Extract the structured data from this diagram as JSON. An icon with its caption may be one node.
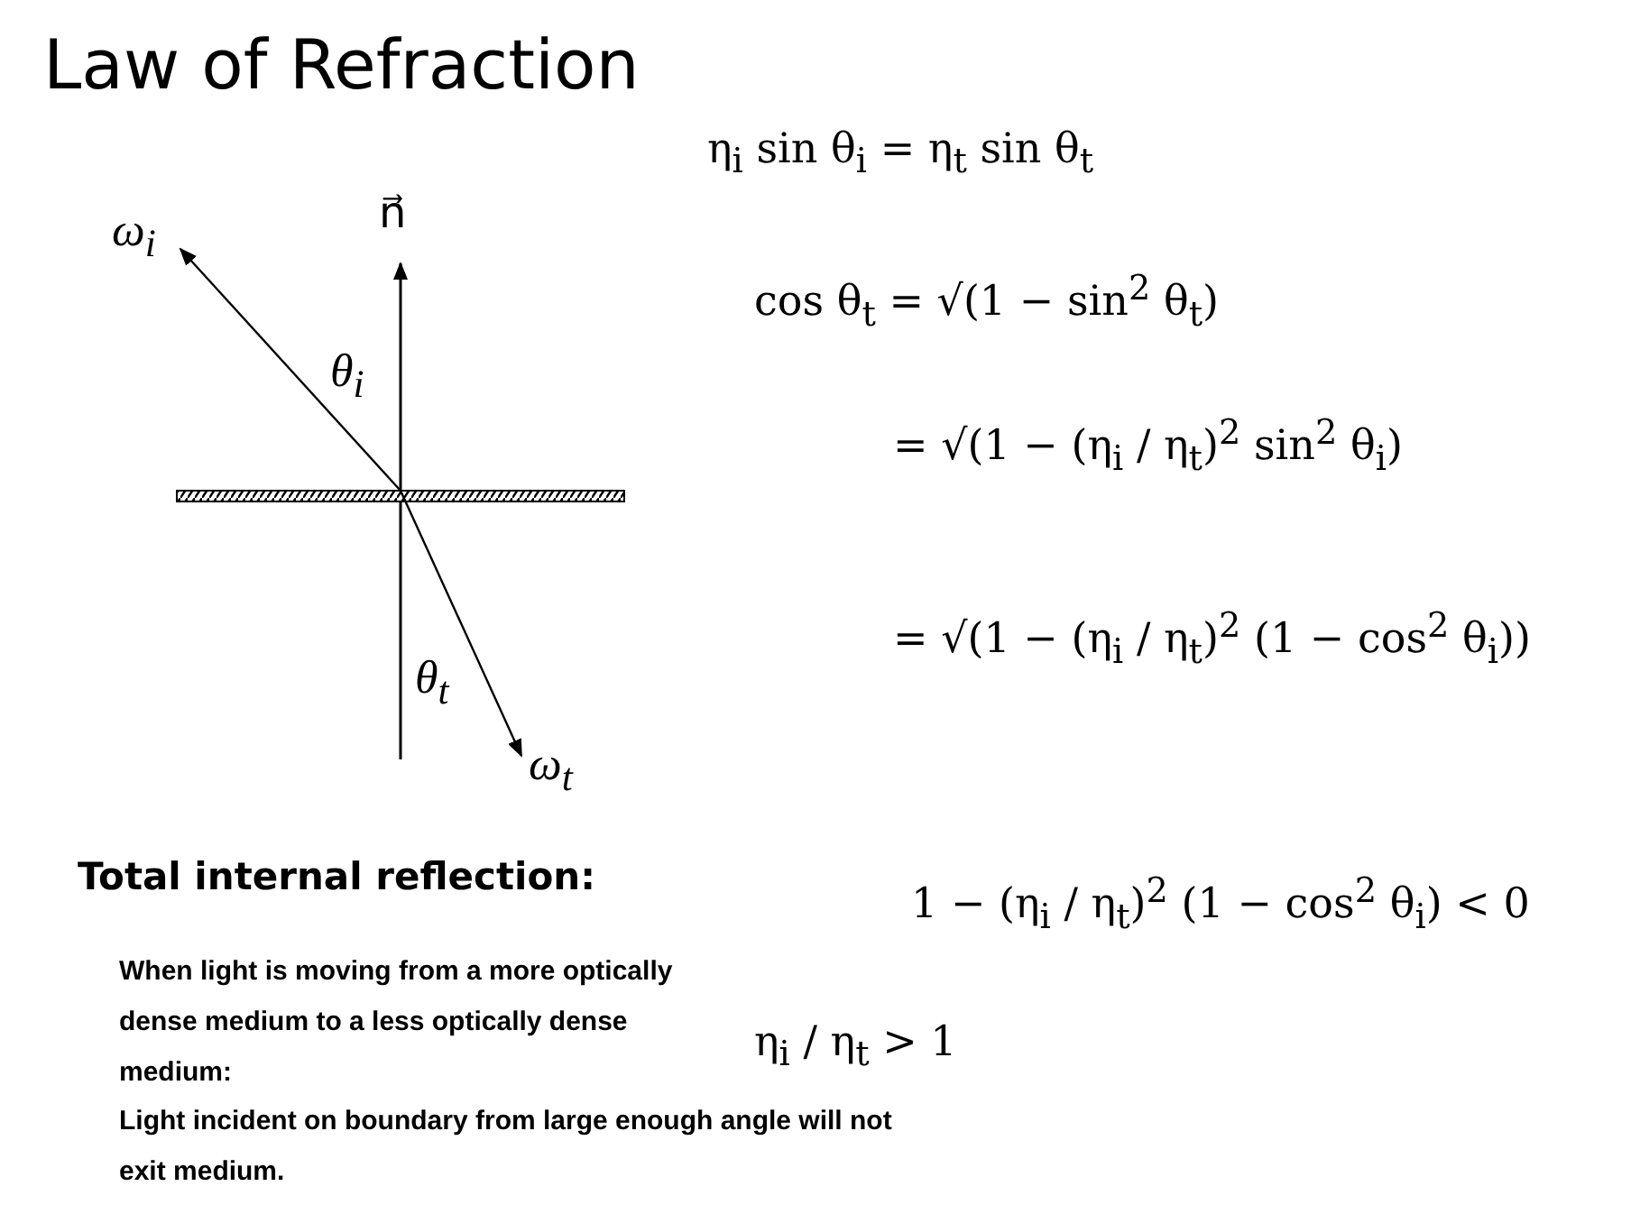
{
  "diagram": {
    "title": "Law of Refraction",
    "labels": [
      "ω$_{i}$",
      "n⃗",
      "η$_{i}$ sin θ$_{i}$ = η$_{t}$ sin θ$_{t}$",
      "θ$_{i}$",
      "cos θ$_{t}$ = √(1 − sin$^{2}$ θ$_{t}$)",
      "= √(1 − (η$_{i}$ / η$_{t}$)$^{2}$ sin$^{2}$ θ$_{i}$)",
      "= √(1 − (η$_{i}$ / η$_{t}$)$^{2}$ (1 − cos$^{2}$ θ$_{i}$))",
      "θ$_{t}$",
      "ω$_{t}$",
      "Total internal reflection:",
      "1 − (η$_{i}$ / η$_{t}$)$^{2}$ (1 − cos$^{2}$ θ$_{i}$) < 0",
      "When light is moving from a more optically dense medium to a less optically dense medium:",
      "η$_{i}$ / η$_{t}$ > 1",
      "Light incident on boundary from large enough angle will not exit medium."
    ]
  }
}
